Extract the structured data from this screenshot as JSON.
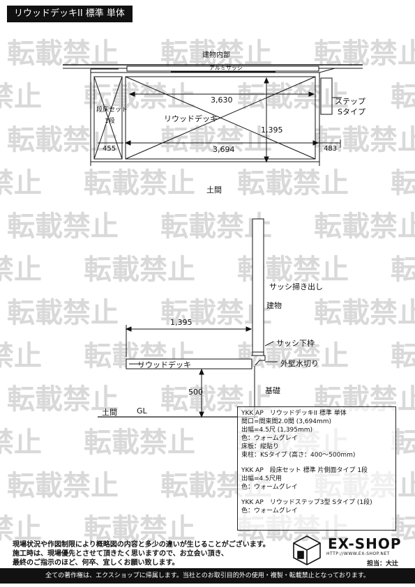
{
  "title": "リウッドデッキII 標準 単体",
  "watermark": "転載禁止",
  "plan": {
    "building_label": "建物内部",
    "sash_label": "アルミサッシ",
    "step_set_label_1": "段床セット",
    "step_set_label_2": "1段",
    "deck_label": "リウッドデッキ",
    "step_label_1": "ステップ",
    "step_label_2": "Sタイプ",
    "dim_width_inner": "3,630",
    "dim_width_outer": "3,694",
    "dim_depth": "1,395",
    "dim_left": "455",
    "dim_right": "483"
  },
  "section": {
    "doma_top": "土間",
    "sash_opening": "サッシ掃き出し",
    "building": "建物",
    "sash_bottom": "サッシ下枠",
    "wall_flashing": "外壁水切り",
    "foundation": "基礎",
    "deck_label": "リウッドデッキ",
    "dim_depth": "1,395",
    "dim_height": "500",
    "doma_bottom": "土間",
    "gl": "GL"
  },
  "spec": {
    "lines_1": [
      "YKK AP　リウッドデッキII 標準 単体",
      "間口=間束間2.0間 (3,694mm)",
      "出幅=4.5尺 (1,395mm)",
      "色：ウォームグレイ",
      "床板：縦貼り",
      "束柱：KSタイプ (高さ：400～500mm)"
    ],
    "lines_2": [
      "YKK AP　段床セット 標準 片側面タイプ 1段",
      "出幅=4.5尺用",
      "色：ウォームグレイ"
    ],
    "lines_3": [
      "YKK AP　リウッドステップ3型 Sタイプ (1段)",
      "色：ウォームグレイ"
    ]
  },
  "notes": [
    "現場状況や作図制限により概略図の内容と多少の違いが生じることがございます。",
    "施工時は、現場優先とさせて頂きたく思いますので、お立会い頂き、",
    "最終のご指示のほど、何卒、宜しくお願い致します。"
  ],
  "logo": {
    "brand": "EX-SHOP",
    "url": "HTTP://WWW.EX-SHOP.NET",
    "rep": "担当：大辻"
  },
  "footer": "全ての著作権は、エクスショップに帰属します。当社とのお取引目的外の使用・複製・転載禁止となっております。"
}
